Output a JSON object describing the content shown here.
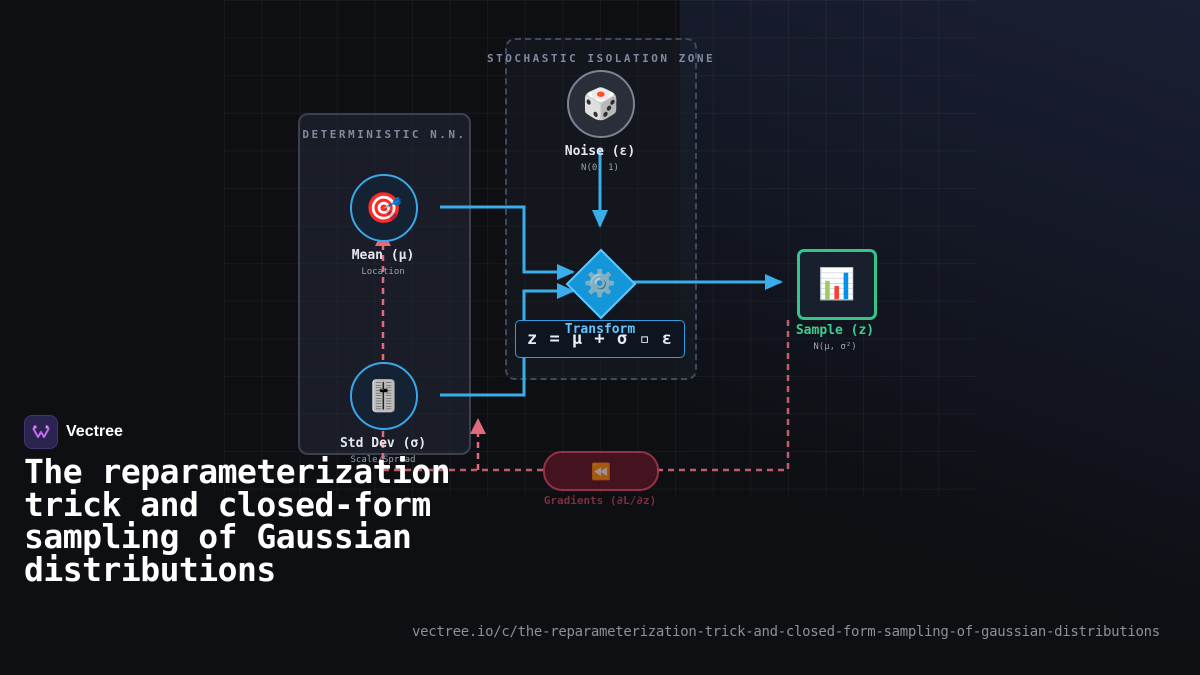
{
  "zones": {
    "deterministic_title": "DETERMINISTIC N.N.",
    "stochastic_title": "STOCHASTIC ISOLATION ZONE"
  },
  "nodes": {
    "noise": {
      "label": "Noise (ε)",
      "sub": "N(0, 1)",
      "icon": "dice-icon"
    },
    "mean": {
      "label": "Mean (μ)",
      "sub": "Location",
      "icon": "target-icon"
    },
    "std": {
      "label": "Std Dev (σ)",
      "sub": "Scale/Spread",
      "icon": "slider-icon"
    },
    "transform": {
      "label": "Transform",
      "formula": "z = μ + σ ▫ ε",
      "icon": "gear-icon"
    },
    "sample": {
      "label": "Sample (z)",
      "sub": "N(μ, σ²)",
      "icon": "bar-chart-icon"
    },
    "gradients": {
      "label": "Gradients (∂L/∂z)",
      "icon": "rewind-icon"
    }
  },
  "colors": {
    "flow": "#3aaeea",
    "gradient": "#e06a7e",
    "sample_border": "#34c58a",
    "sample_label": "#3ecf8e"
  },
  "brand": {
    "name": "Vectree"
  },
  "headline": "The reparameterization trick and closed-form sampling of Gaussian distributions",
  "url": "vectree.io/c/the-reparameterization-trick-and-closed-form-sampling-of-gaussian-distributions"
}
